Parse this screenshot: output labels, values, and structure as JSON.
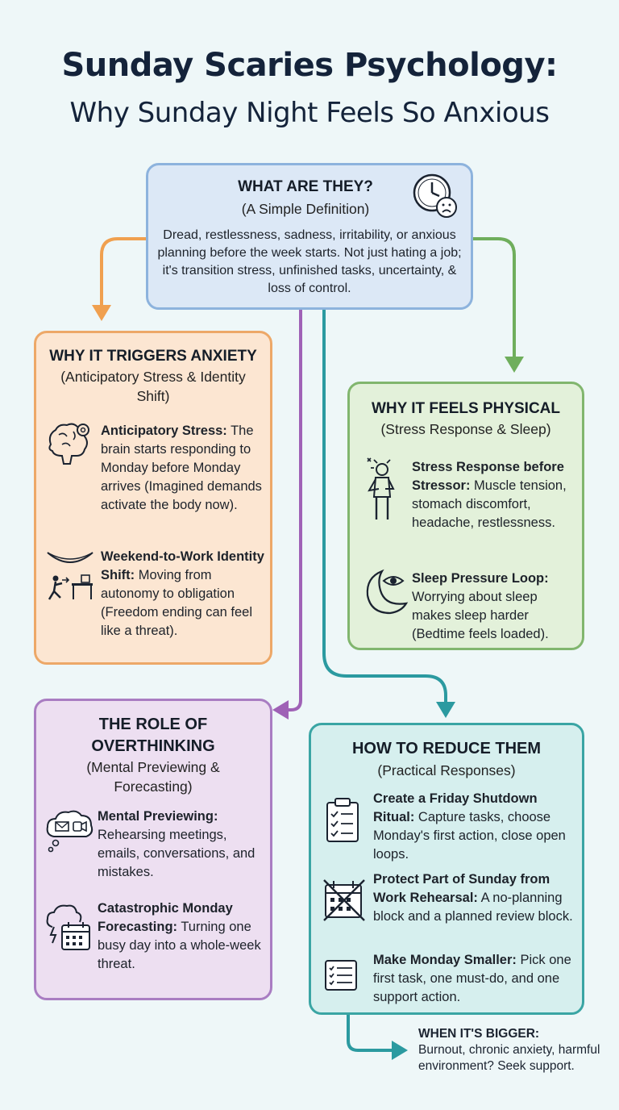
{
  "title": {
    "main": "Sunday Scaries Psychology:",
    "sub": "Why Sunday Night Feels So Anxious"
  },
  "definition": {
    "heading": "WHAT ARE THEY?",
    "subheading": "(A Simple Definition)",
    "icon": "clock-sad-face-icon",
    "body": "Dread, restlessness, sadness, irritability, or anxious planning before the week starts. Not just hating a job; it's transition stress, unfinished tasks, uncertainty, & loss of control."
  },
  "triggers": {
    "heading": "WHY IT TRIGGERS ANXIETY",
    "subheading": "(Anticipatory Stress & Identity Shift)",
    "items": [
      {
        "icon": "brain-gear-icon",
        "title": "Anticipatory Stress:",
        "text": " The brain starts responding to Monday before Monday arrives (Imagined demands activate the body now)."
      },
      {
        "icon": "hammock-desk-icon",
        "title": "Weekend-to-Work Identity Shift:",
        "text": " Moving from autonomy to obligation (Freedom ending can feel like a threat)."
      }
    ]
  },
  "physical": {
    "heading": "WHY IT FEELS PHYSICAL",
    "subheading": "(Stress Response & Sleep)",
    "items": [
      {
        "icon": "stressed-person-icon",
        "title": "Stress Response before Stressor:",
        "text": " Muscle tension, stomach discomfort, headache, restlessness."
      },
      {
        "icon": "moon-eye-icon",
        "title": "Sleep Pressure Loop:",
        "text": " Worrying about sleep makes sleep harder (Bedtime feels loaded)."
      }
    ]
  },
  "overthinking": {
    "heading": "THE ROLE OF OVERTHINKING",
    "subheading": "(Mental Previewing & Forecasting)",
    "items": [
      {
        "icon": "thought-cloud-icon",
        "title": "Mental Previewing:",
        "text": " Rehearsing meetings, emails, conversations, and mistakes."
      },
      {
        "icon": "storm-calendar-icon",
        "title": "Catastrophic Monday Forecasting:",
        "text": " Turning one busy day into a whole-week threat."
      }
    ]
  },
  "reduce": {
    "heading": "HOW TO REDUCE THEM",
    "subheading": "(Practical Responses)",
    "items": [
      {
        "icon": "clipboard-checklist-icon",
        "title": "Create a Friday Shutdown Ritual:",
        "text": " Capture tasks, choose Monday's first action, close open loops."
      },
      {
        "icon": "crossed-calendar-icon",
        "title": "Protect Part of Sunday from Work Rehearsal:",
        "text": " A no-planning block and a planned review block."
      },
      {
        "icon": "checklist-icon",
        "title": "Make Monday Smaller:",
        "text": " Pick one first task, one must-do, and one support action."
      }
    ]
  },
  "bigger": {
    "title": "WHEN IT'S BIGGER:",
    "text": "Burnout, chronic anxiety, harmful environment? Seek support."
  }
}
